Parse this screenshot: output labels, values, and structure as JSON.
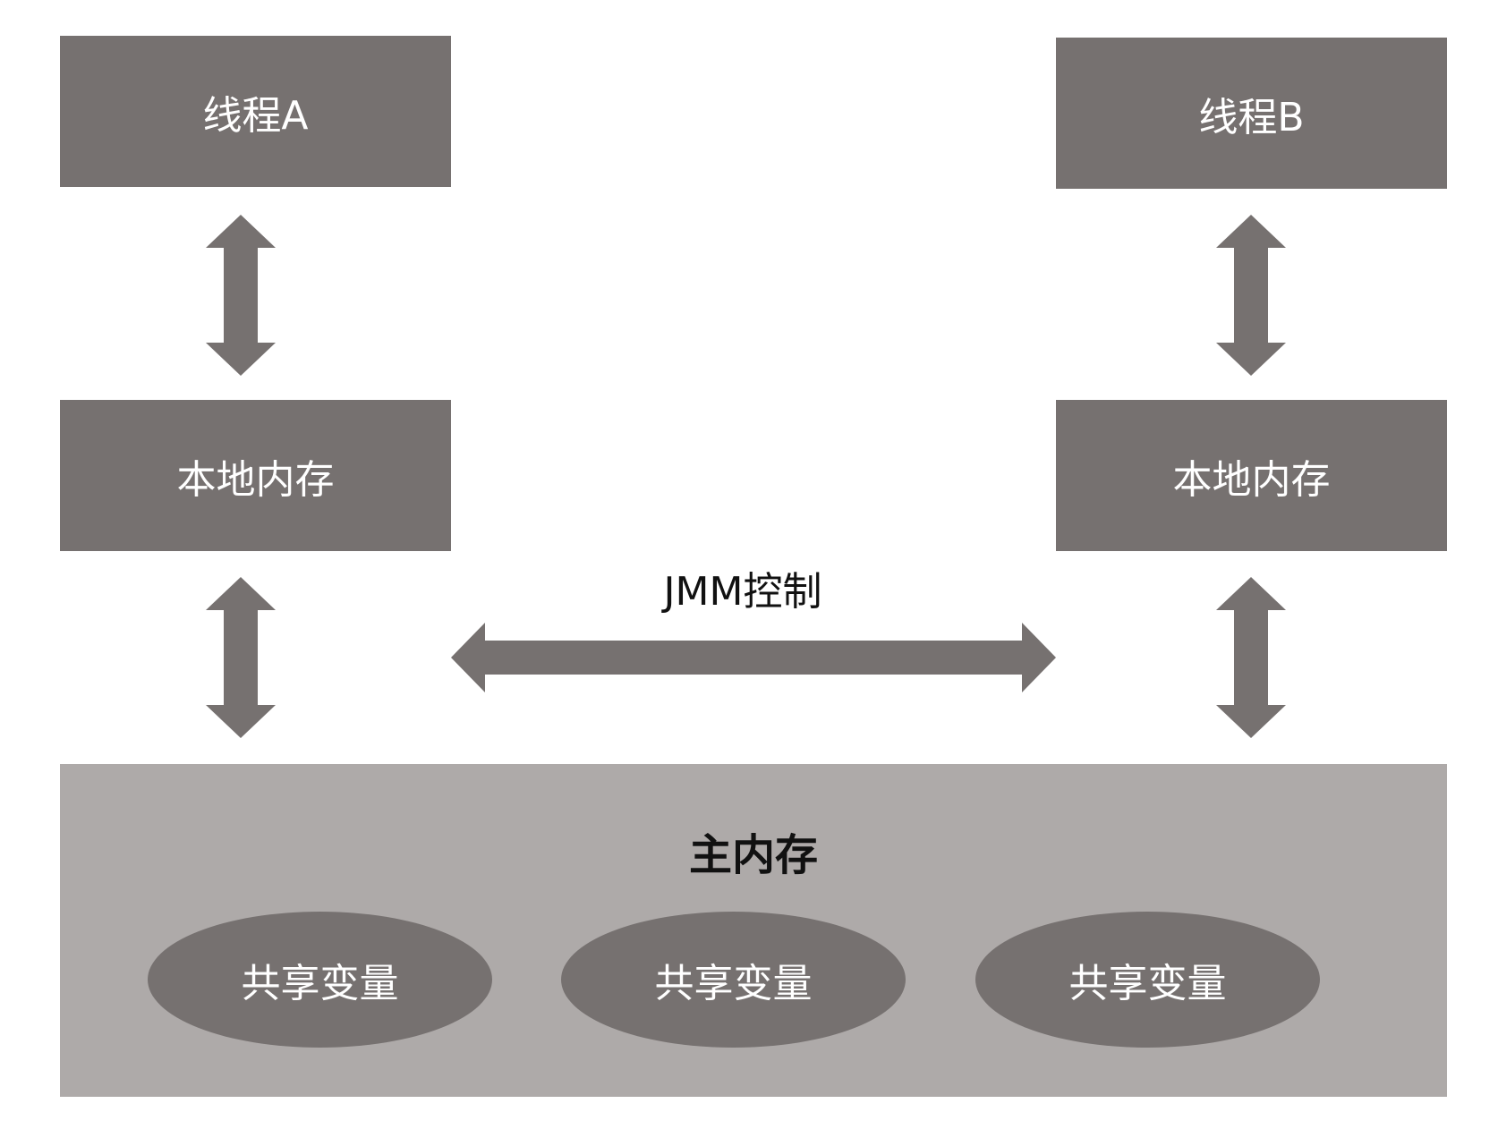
{
  "thread_a": {
    "title": "线程A",
    "local_memory": "本地内存"
  },
  "thread_b": {
    "title": "线程B",
    "local_memory": "本地内存"
  },
  "jmm_label": "JMM控制",
  "main_memory": {
    "title": "主内存",
    "shared_variables": [
      "共享变量",
      "共享变量",
      "共享变量"
    ]
  },
  "colors": {
    "dark_box": "#767170",
    "main_memory_bg": "#aeaaa9",
    "text_light": "#ffffff",
    "text_dark": "#111111"
  }
}
